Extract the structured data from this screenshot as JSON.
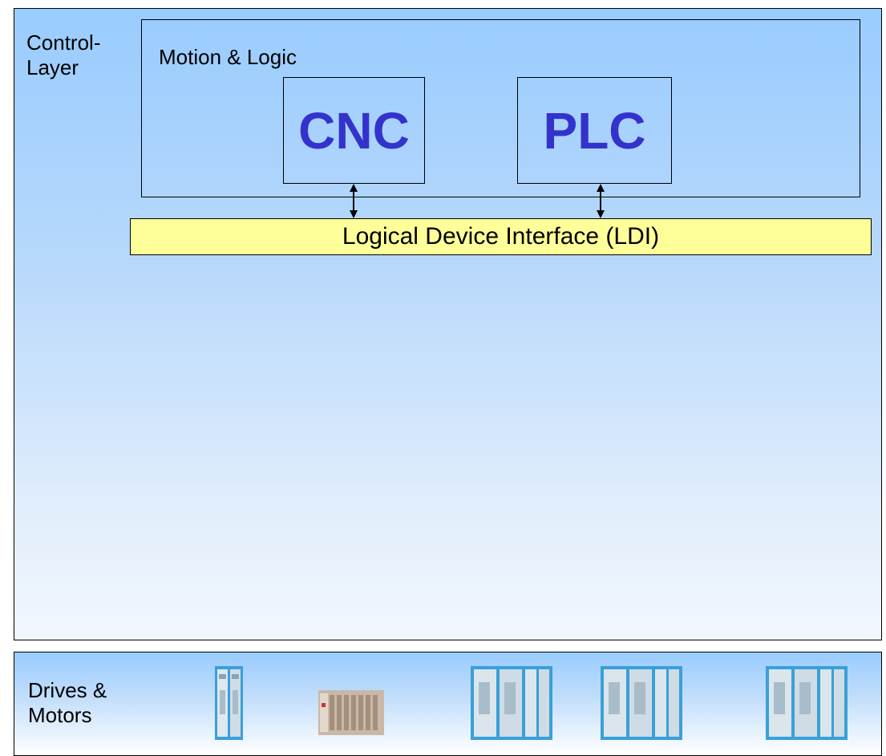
{
  "control_layer": {
    "label_line1": "Control-",
    "label_line2": "Layer"
  },
  "motion_logic": {
    "label": "Motion & Logic"
  },
  "modules": {
    "cnc": "CNC",
    "plc": "PLC"
  },
  "ldi": {
    "label": "Logical Device Interface (LDI)"
  },
  "drives_layer": {
    "label_line1": "Drives &",
    "label_line2": "Motors"
  },
  "devices": [
    "drive-module",
    "io-terminal",
    "drive-rack",
    "drive-rack",
    "drive-rack"
  ],
  "colors": {
    "module_text": "#3333cc",
    "ldi_fill": "#ffff99",
    "layer_top": "#99ccff"
  }
}
